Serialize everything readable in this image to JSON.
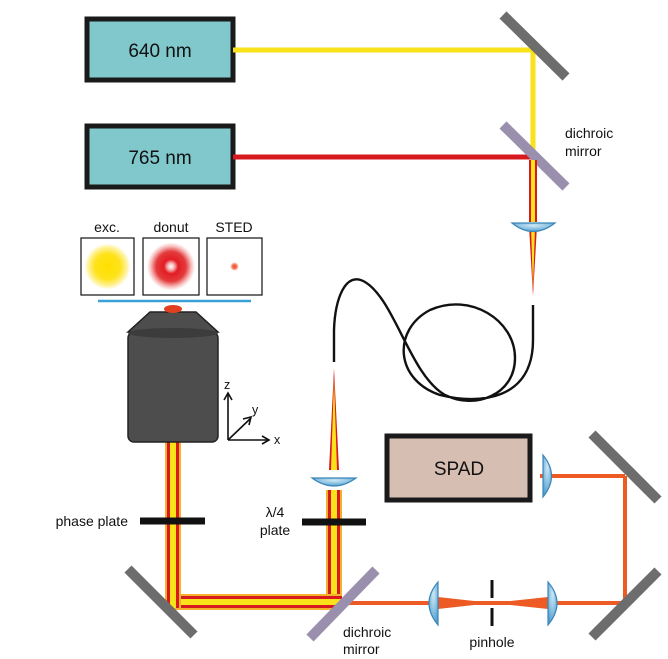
{
  "lasers": {
    "red": {
      "label": "640 nm"
    },
    "nir": {
      "label": "765 nm"
    }
  },
  "detector": {
    "label": "SPAD"
  },
  "psf": {
    "exc": "exc.",
    "donut": "donut",
    "sted": "STED"
  },
  "labels": {
    "dichroic_top_1": "dichroic",
    "dichroic_top_2": "mirror",
    "dichroic_bottom_1": "dichroic",
    "dichroic_bottom_2": "mirror",
    "phase_plate": "phase plate",
    "lambda_1": "λ/4",
    "lambda_2": "plate",
    "pinhole": "pinhole"
  },
  "axes": {
    "x": "x",
    "y": "y",
    "z": "z"
  },
  "colors": {
    "laser_box": "#80c8cc",
    "spad_box": "#d7beb2",
    "beam_yellow": "#f9e21a",
    "beam_red": "#d71920",
    "beam_orange": "#ee5a24",
    "mirror": "#6d6d6d",
    "dichroic": "#9b8fae",
    "objective": "#4d4d4d",
    "lens": "#5aa9d6",
    "coverslip": "#3aa0d8"
  }
}
